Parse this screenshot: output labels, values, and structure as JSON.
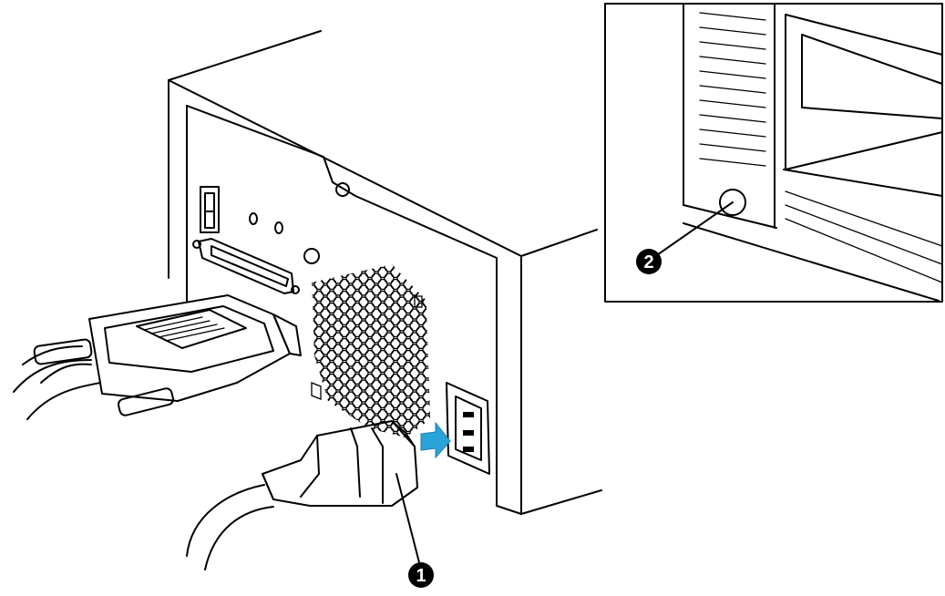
{
  "callouts": [
    {
      "label": "1",
      "target": "power-cord-connector"
    },
    {
      "label": "2",
      "target": "front-power-button"
    }
  ],
  "colors": {
    "line": "#000000",
    "arrow": "#2aa3d8",
    "background": "#ffffff"
  },
  "icons": [
    "insert-arrow-icon"
  ]
}
